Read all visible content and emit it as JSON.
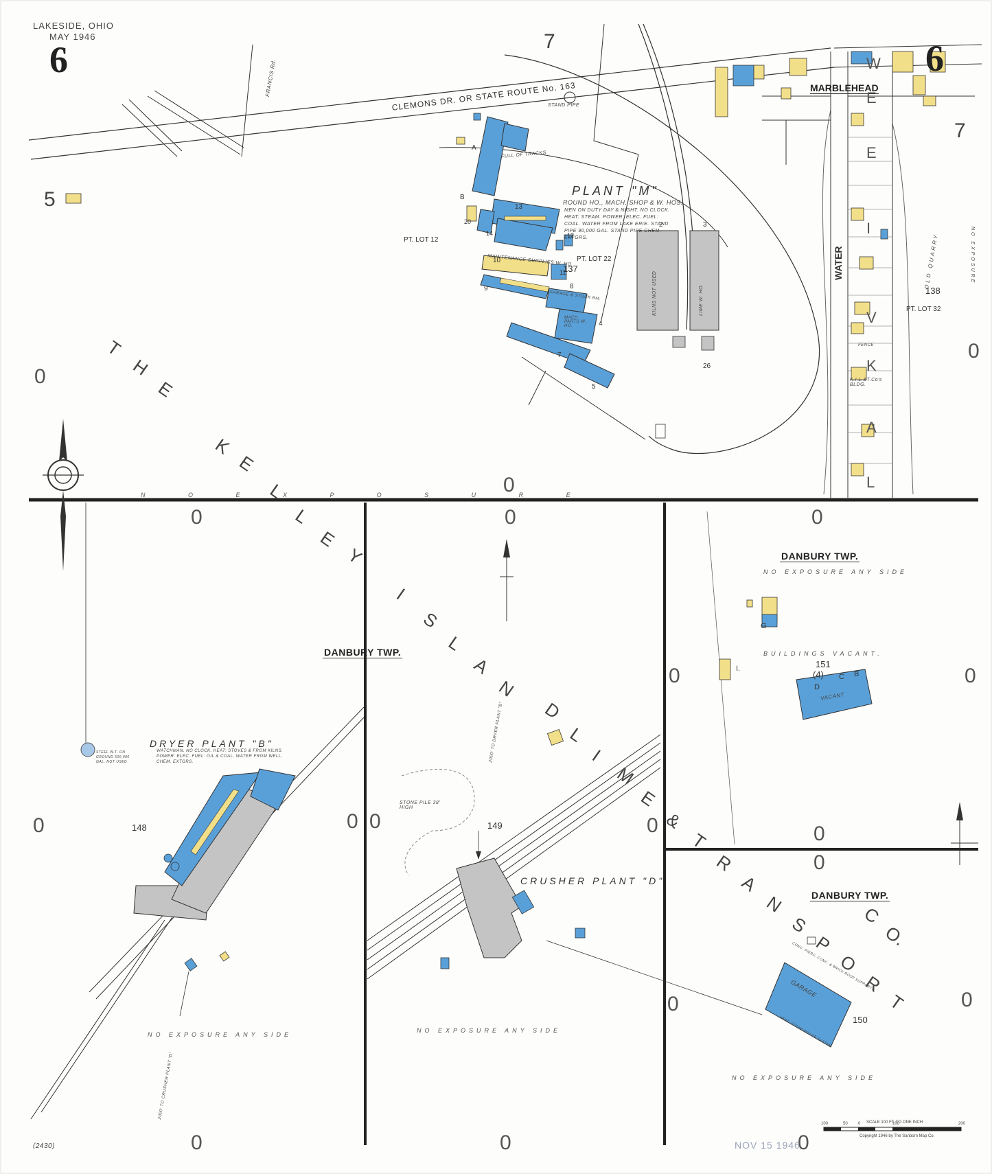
{
  "sheet": {
    "place": "LAKESIDE, OHIO",
    "date": "MAY 1946",
    "number": "6",
    "number_right": "6",
    "adjoining_sheets": {
      "top": "7",
      "right": "7",
      "left": "5"
    },
    "catalog_number": "(2430)",
    "received_stamp": "NOV 15 1946",
    "scale_label": "SCALE 100 FT. TO ONE INCH",
    "copyright": "Copyright 1946 by The Sanborn Map Co.",
    "scale_ticks": [
      "100",
      "50",
      "0",
      "100",
      "200"
    ]
  },
  "streets": {
    "clemons": "CLEMONS   DR. OR STATE ROUTE No. 163",
    "francis": "FRANCIS Rd.",
    "water": "WATER",
    "lake_side": [
      "L",
      "A",
      "K",
      "E",
      "V",
      "I",
      "E",
      "W"
    ],
    "marblehead": "MARBLEHEAD"
  },
  "company_name": [
    "T",
    "H",
    "E",
    "K",
    "E",
    "L",
    "L",
    "E",
    "Y",
    "I",
    "S",
    "L",
    "A",
    "N",
    "D",
    "L",
    "I",
    "M",
    "E",
    "&",
    "T",
    "R",
    "A",
    "N",
    "S",
    "P",
    "O",
    "R",
    "T",
    "C",
    "O."
  ],
  "zeros": [
    "0",
    "0",
    "0",
    "0",
    "0",
    "0",
    "0",
    "0",
    "0",
    "0",
    "0",
    "0",
    "0",
    "0",
    "0",
    "0",
    "0",
    "0",
    "0"
  ],
  "plant_m": {
    "title": "PLANT \"M\"",
    "subtitle": "ROUND HO., MACH. SHOP & W. HOS.",
    "details": "MEN ON DUTY DAY & NIGHT. NO CLOCK. HEAT: STEAM. POWER: ELEC. FUEL: COAL. WATER FROM LAKE ERIE. STAND PIPE 90,000 GAL. STAND PIPE CHEM. EXTGRS.",
    "labels": [
      "PT. LOT 12",
      "PT. LOT 22",
      "137",
      "MAINTENANCE SUPPLIES W. HO.",
      "GARAGE & STOCK RM.",
      "MACH PARTS W. HO.",
      "A",
      "B",
      "13",
      "9",
      "10",
      "8",
      "4",
      "5",
      "7",
      "14",
      "20",
      "11",
      "12",
      "2",
      "3",
      "26",
      "STAND PIPE",
      "FULL OF TRACKS",
      "KILNS NOT USED",
      "LIME W. HO."
    ]
  },
  "blocks": {
    "b138": "138",
    "lot32": "PT. LOT 32",
    "b148": "148",
    "b149": "149",
    "b150": "150",
    "b151": "151",
    "b151_sub": "(4)",
    "fence": "FENCE",
    "kilat": "K.I.L.&T.Co's BLDG."
  },
  "dryer_plant": {
    "title": "DRYER  PLANT \"B\"",
    "details": "WATCHMAN. NO CLOCK. HEAT: STOVES & FROM KILNS. POWER: ELEC. FUEL: OIL & COAL. WATER FROM WELL. CHEM. EXTGRS.",
    "steel_tank": "STEEL W.T. ON GROUND 500,000 GAL. NOT USED",
    "to_crusher": "2000' TO CRUSHER PLANT \"D\""
  },
  "crusher_plant": {
    "title": "CRUSHER  PLANT \"D\"",
    "stone_pile": "STONE PILE 38' HIGH",
    "to_dryer": "2000' TO DRYER PLANT \"B\""
  },
  "garage_150": {
    "label": "GARAGE",
    "note": "CONC. PIERS, CONC. & BRICK ROOF SUPPORTS",
    "heat": "HEAT: STEAM BOILER SYSTEM"
  },
  "danbury": [
    "DANBURY  TWP.",
    "DANBURY  TWP.",
    "DANBURY  TWP."
  ],
  "notes": {
    "no_exposure_any_side": "NO  EXPOSURE  ANY  SIDE",
    "no_exposure_top": "N O   E X P O S U R E",
    "buildings_vacant": "BUILDINGS  VACANT.",
    "old_quarry": "OLD QUARRY",
    "no_exposure_right": "NO EXPOSURE",
    "vacant": "VACANT"
  },
  "bldg_letters_151": [
    "D",
    "C",
    "B",
    "G",
    "I."
  ],
  "colors": {
    "brick": "#5aa0d8",
    "frame": "#f2df8a",
    "concrete": "#c4c4c4",
    "line": "#333333",
    "paper": "#fdfdfb"
  }
}
